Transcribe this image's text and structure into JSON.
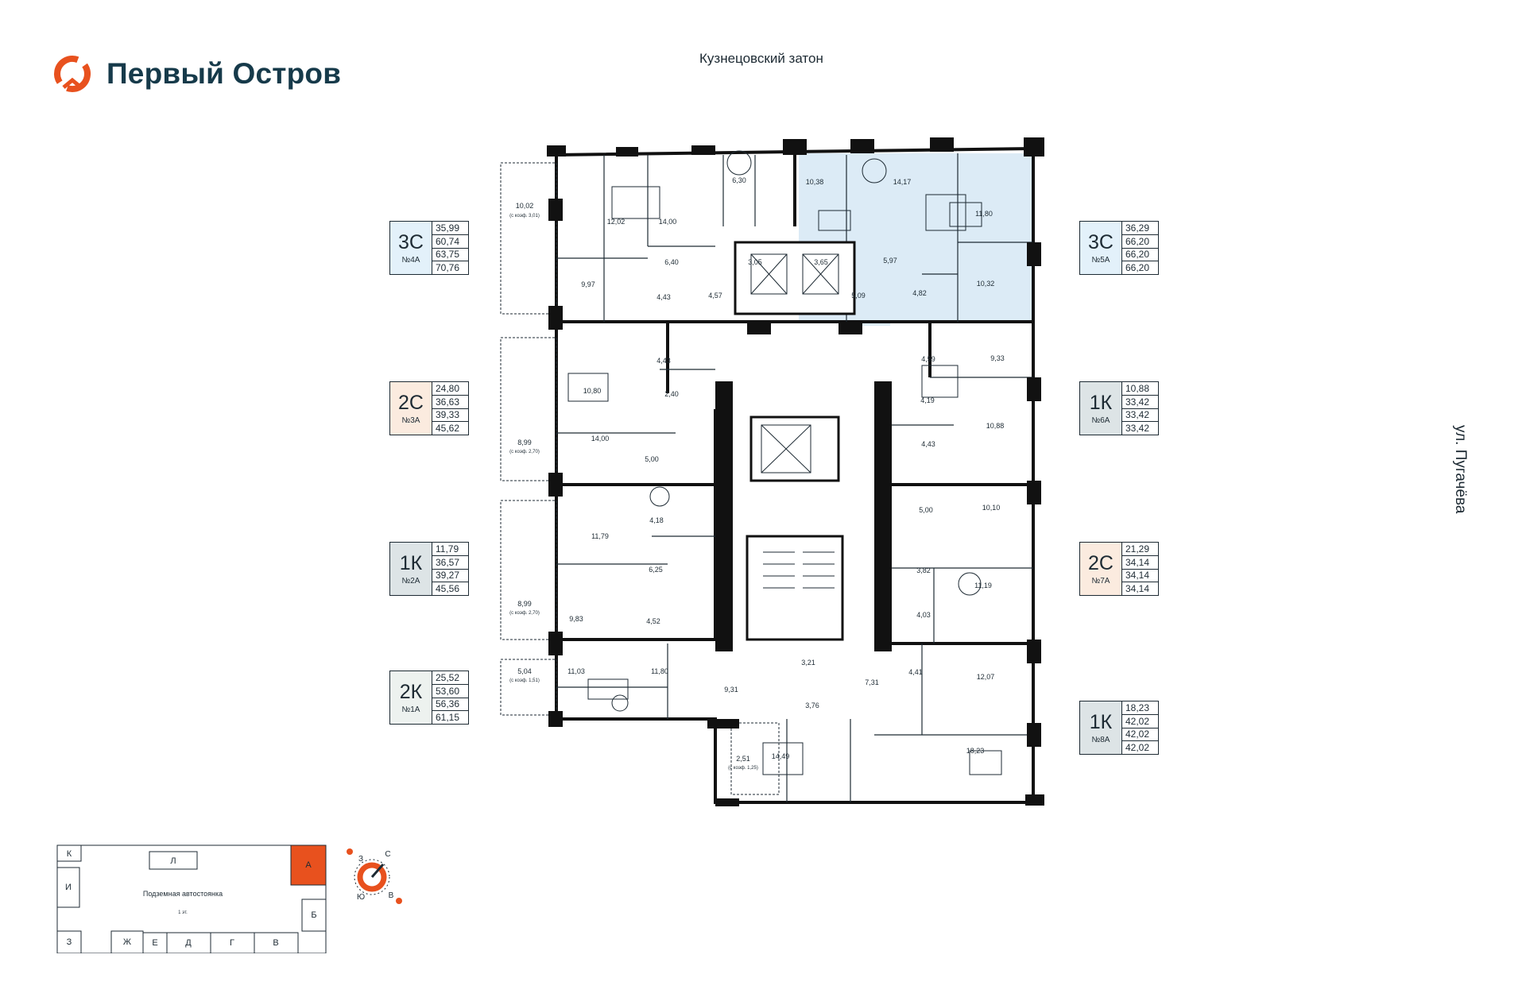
{
  "brand": {
    "name": "Первый Остров",
    "color": "#e8511e",
    "text_color": "#163a4a"
  },
  "streets": {
    "top": "Кузнецовский затон",
    "right": "ул. Пугачёва"
  },
  "units": [
    {
      "type": "3С",
      "number": "№4А",
      "areas": [
        "35,99",
        "60,74",
        "63,75",
        "70,76"
      ],
      "style": "3c"
    },
    {
      "type": "2С",
      "number": "№3А",
      "areas": [
        "24,80",
        "36,63",
        "39,33",
        "45,62"
      ],
      "style": "2c"
    },
    {
      "type": "1К",
      "number": "№2А",
      "areas": [
        "11,79",
        "36,57",
        "39,27",
        "45,56"
      ],
      "style": "1k"
    },
    {
      "type": "2К",
      "number": "№1А",
      "areas": [
        "25,52",
        "53,60",
        "56,36",
        "61,15"
      ],
      "style": "2k"
    },
    {
      "type": "3С",
      "number": "№5А",
      "areas": [
        "36,29",
        "66,20",
        "66,20",
        "66,20"
      ],
      "style": "3c"
    },
    {
      "type": "1К",
      "number": "№6А",
      "areas": [
        "10,88",
        "33,42",
        "33,42",
        "33,42"
      ],
      "style": "1k"
    },
    {
      "type": "2С",
      "number": "№7А",
      "areas": [
        "21,29",
        "34,14",
        "34,14",
        "34,14"
      ],
      "style": "2c"
    },
    {
      "type": "1К",
      "number": "№8А",
      "areas": [
        "18,23",
        "42,02",
        "42,02",
        "42,02"
      ],
      "style": "1k"
    }
  ],
  "rooms": [
    "10,02",
    "(с коэф. 3,01)",
    "12,02",
    "14,00",
    "6,30",
    "10,38",
    "14,17",
    "11,80",
    "6,40",
    "3,05",
    "3,65",
    "5,97",
    "9,97",
    "4,43",
    "4,57",
    "5,09",
    "4,82",
    "10,32",
    "4,43",
    "4,59",
    "9,33",
    "10,80",
    "2,40",
    "4,19",
    "10,88",
    "8,99",
    "(с коэф. 2,70)",
    "14,00",
    "5,00",
    "4,43",
    "5,00",
    "10,10",
    "4,18",
    "11,79",
    "3,82",
    "6,25",
    "11,19",
    "8,99",
    "(с коэф. 2,70)",
    "9,83",
    "4,52",
    "4,03",
    "5,04",
    "(с коэф. 1,51)",
    "11,03",
    "11,80",
    "3,21",
    "7,31",
    "4,41",
    "12,07",
    "9,31",
    "3,76",
    "2,51",
    "(с коэф. 1,25)",
    "14,49",
    "18,23"
  ],
  "keymap": {
    "sections": [
      "К",
      "Л",
      "А",
      "И",
      "Б",
      "З",
      "Ж",
      "Е",
      "Д",
      "Г",
      "В"
    ],
    "parking_label": "Подземная автостоянка",
    "level_label": "1 эт.",
    "active_section": "А",
    "active_color": "#e8511e"
  },
  "compass": {
    "labels": [
      "С",
      "З",
      "Ю",
      "В"
    ],
    "color": "#e8511e"
  },
  "colors": {
    "wall": "#111111",
    "highlight": "#dcebf6",
    "line": "#1d2a33"
  }
}
